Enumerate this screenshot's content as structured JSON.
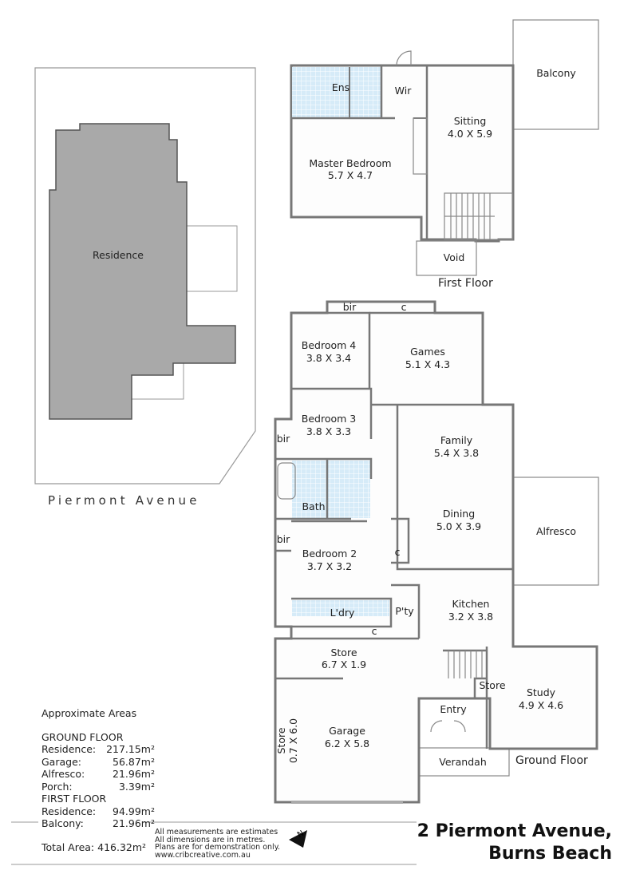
{
  "site": {
    "street": "Piermont Avenue",
    "residence_label": "Residence"
  },
  "first_floor": {
    "title": "First Floor",
    "rooms": {
      "ens": "Ens",
      "wir": "Wir",
      "balcony": "Balcony",
      "sitting": "Sitting",
      "sitting_dim": "4.0 X 5.9",
      "master": "Master Bedroom",
      "master_dim": "5.7 X 4.7",
      "void": "Void"
    }
  },
  "ground_floor": {
    "title": "Ground Floor",
    "rooms": {
      "bir_top": "bir",
      "c_top": "c",
      "bed4": "Bedroom 4",
      "bed4_dim": "3.8 X 3.4",
      "games": "Games",
      "games_dim": "5.1 X 4.3",
      "bed3": "Bedroom 3",
      "bed3_dim": "3.8 X 3.3",
      "bir_1": "bir",
      "bath": "Bath",
      "bir_2": "bir",
      "family": "Family",
      "family_dim": "5.4 X 3.8",
      "dining": "Dining",
      "dining_dim": "5.0 X 3.9",
      "alfresco": "Alfresco",
      "c_mid": "c",
      "bed2": "Bedroom 2",
      "bed2_dim": "3.7 X 3.2",
      "ldry": "L'dry",
      "c_ldry": "c",
      "pty": "P'ty",
      "kitchen": "Kitchen",
      "kitchen_dim": "3.2 X 3.8",
      "store": "Store",
      "store_dim": "6.7 X 1.9",
      "store_side": "Store",
      "store_side_dim": "0.7 X 6.0",
      "garage": "Garage",
      "garage_dim": "6.2 X 5.8",
      "store_small": "Store",
      "study": "Study",
      "study_dim": "4.9 X 4.6",
      "entry": "Entry",
      "verandah": "Verandah"
    }
  },
  "areas": {
    "title": "Approximate Areas",
    "ground_heading": "GROUND FLOOR",
    "ground": [
      {
        "k": "Residence:",
        "v": "217.15m²"
      },
      {
        "k": "Garage:",
        "v": "56.87m²"
      },
      {
        "k": "Alfresco:",
        "v": "21.96m²"
      },
      {
        "k": "Porch:",
        "v": "3.39m²"
      }
    ],
    "first_heading": "FIRST FLOOR",
    "first": [
      {
        "k": "Residence:",
        "v": "94.99m²"
      },
      {
        "k": "Balcony:",
        "v": "21.96m²"
      }
    ],
    "total": "Total Area: 416.32m²"
  },
  "disclaimer": [
    "All measurements are estimates",
    "All dimensions are in metres.",
    "Plans are for demonstration only.",
    "www.cribcreative.com.au"
  ],
  "compass_label": "N",
  "address": {
    "line1": "2 Piermont Avenue,",
    "line2": "Burns Beach"
  }
}
